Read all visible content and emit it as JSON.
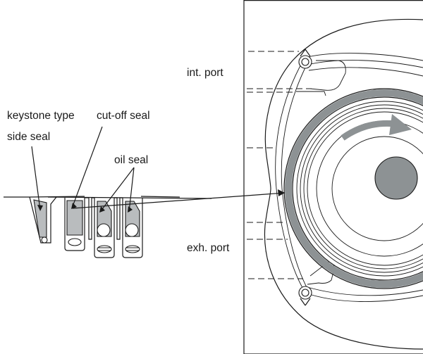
{
  "labels": {
    "keystone_line1": "keystone type",
    "keystone_line2": "side seal",
    "cutoff": "cut-off seal",
    "oil": "oil seal",
    "int_port": "int. port",
    "exh_port": "exh. port"
  },
  "colors": {
    "ink": "#1a1a1a",
    "seal_fill": "#b9bcbe",
    "ring_gray": "#8d9294",
    "arrow_gray": "#8d9294",
    "background": "#ffffff"
  }
}
